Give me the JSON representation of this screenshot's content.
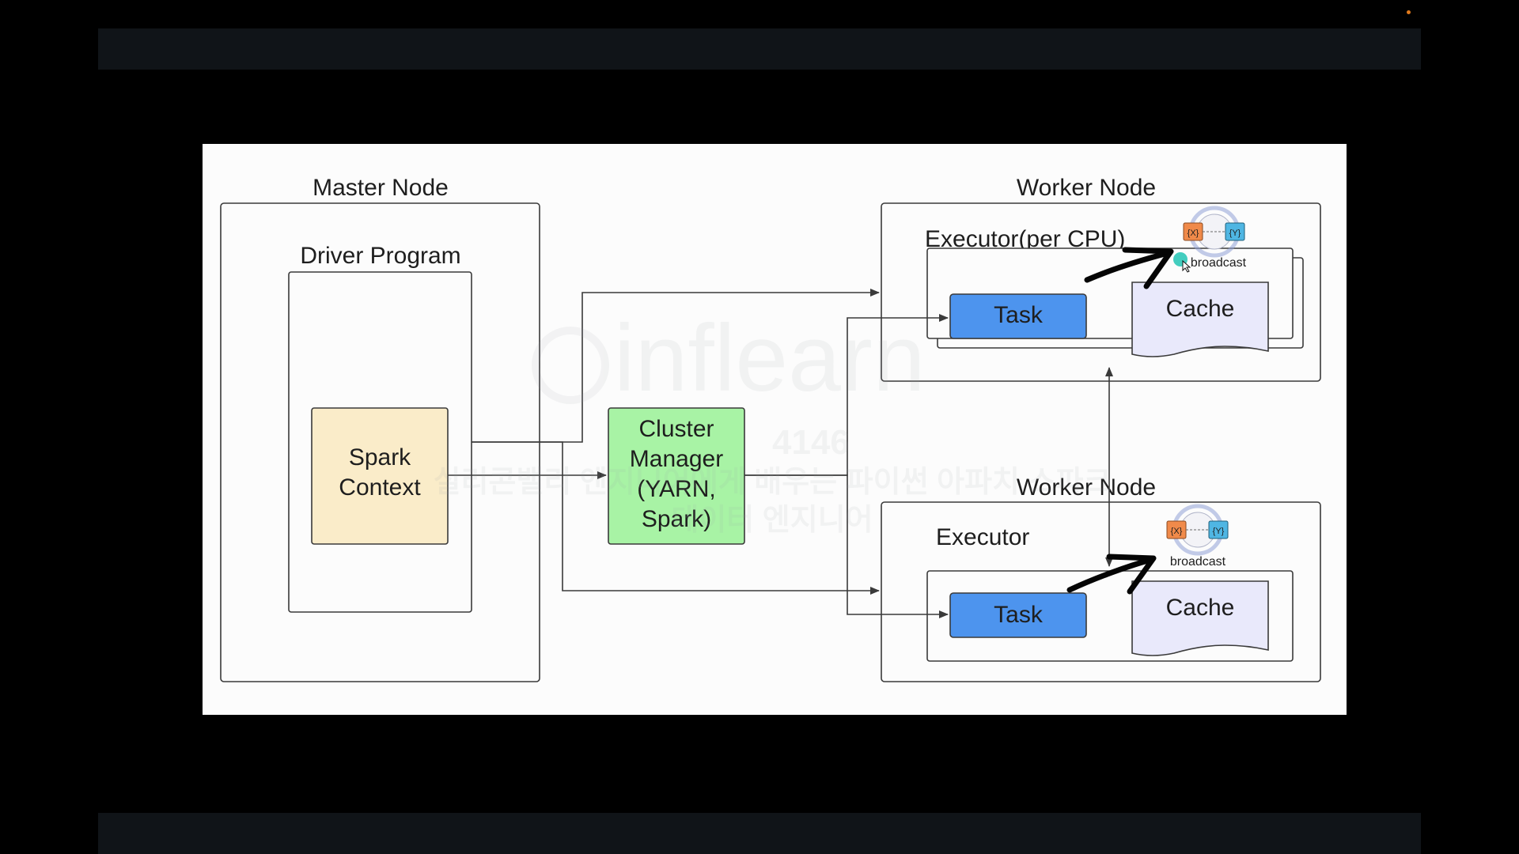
{
  "diagram": {
    "master_node": {
      "title": "Master Node",
      "driver_program": {
        "title": "Driver Program",
        "spark_context": [
          "Spark",
          "Context"
        ]
      }
    },
    "cluster_manager": [
      "Cluster",
      "Manager",
      "(YARN,",
      "Spark)"
    ],
    "worker_nodes": [
      {
        "title": "Worker Node",
        "executor_title": "Executor(per CPU)",
        "task_label": "Task",
        "cache_label": "Cache",
        "broadcast_label": "broadcast",
        "broadcast_x": "{X}",
        "broadcast_y": "{Y}"
      },
      {
        "title": "Worker Node",
        "executor_title": "Executor",
        "task_label": "Task",
        "cache_label": "Cache",
        "broadcast_label": "broadcast",
        "broadcast_x": "{X}",
        "broadcast_y": "{Y}"
      }
    ]
  },
  "watermark": {
    "brand": "inflearn",
    "id_text": "4146",
    "line1": "실리콘밸리 엔지니어에게 배우는 파이썬 아파치 스파크",
    "line2": "데이터 엔지니어"
  },
  "colors": {
    "spark_context_fill": "#faecc9",
    "cluster_manager_fill": "#a8f3a5",
    "task_fill": "#4d94ee",
    "cache_fill": "#e9e9fb",
    "broadcast_orange": "#f08a4a",
    "broadcast_blue": "#4fb6e3",
    "cursor_dot": "#22c4b4"
  }
}
